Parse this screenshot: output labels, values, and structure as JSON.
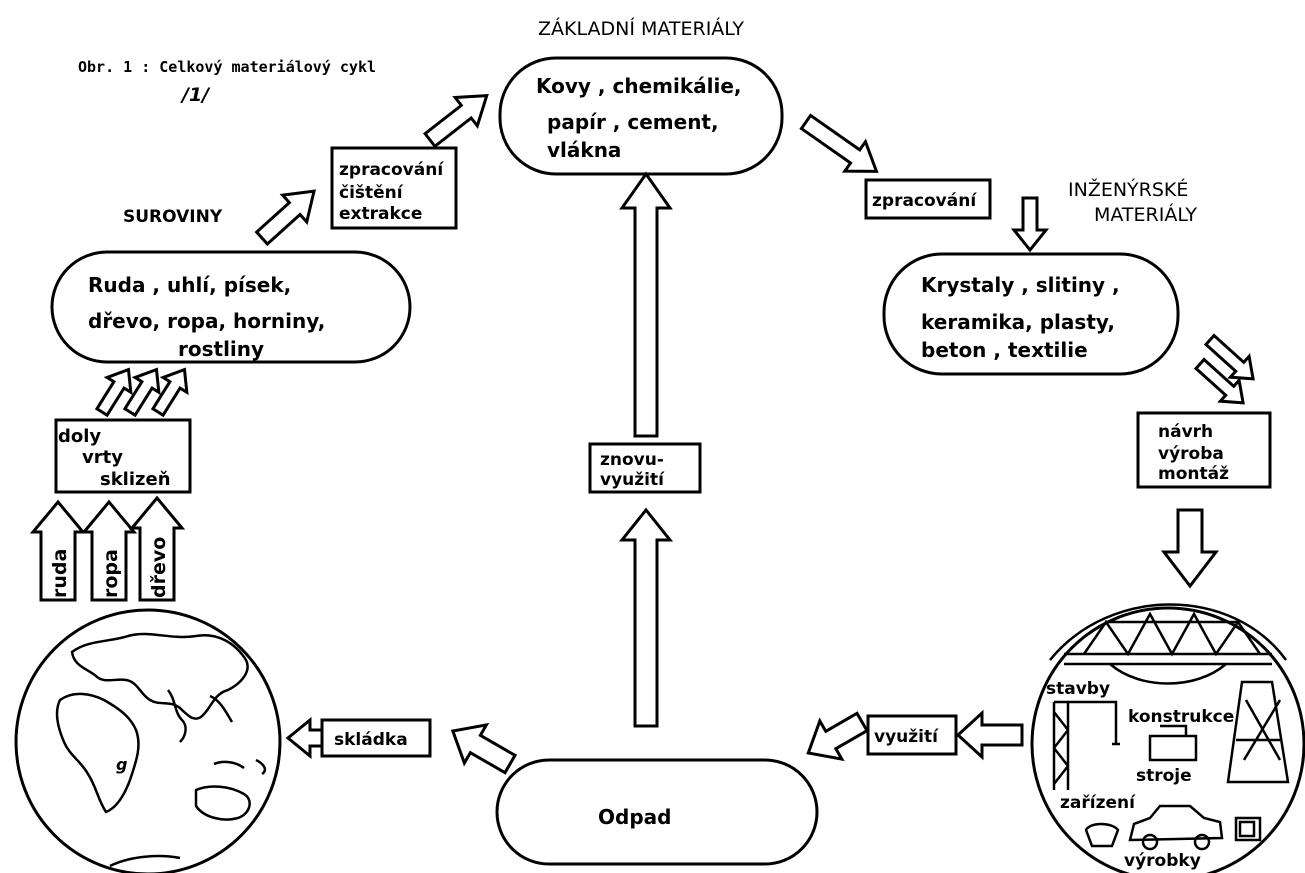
{
  "caption": {
    "line1": "Obr. 1 : Celkový materiálový cykl",
    "line2": "/1/"
  },
  "headings": {
    "zakladni": "ZÁKLADNÍ MATERIÁLY",
    "suroviny": "SUROVINY",
    "inzenyrske_1": "INŽENÝRSKÉ",
    "inzenyrske_2": "MATERIÁLY"
  },
  "nodes": {
    "zakladni": [
      "Kovy , chemikálie,",
      "papír , cement,",
      "vlákna"
    ],
    "suroviny": [
      "Ruda , uhlí, písek,",
      "dřevo, ropa, horniny,",
      "rostliny"
    ],
    "inzenyrske": [
      "Krystaly , slitiny ,",
      "keramika, plasty,",
      "beton , textilie"
    ],
    "odpad": "Odpad"
  },
  "process_boxes": {
    "zpracovani_cisteni": [
      "zpracování",
      "čištění",
      "extrakce"
    ],
    "zpracovani": "zpracování",
    "navrh": [
      "návrh",
      "výroba",
      "montáž"
    ],
    "znovuvyuziti": [
      "znovu-",
      "využití"
    ],
    "doly": [
      "doly",
      "vrty",
      "sklizeň"
    ],
    "vyuziti": "využití",
    "skladka": "skládka"
  },
  "resource_arrows": [
    "ruda",
    "ropa",
    "dřevo"
  ],
  "product_labels": {
    "stavby": "stavby",
    "konstrukce": "konstrukce",
    "stroje": "stroje",
    "zarizeni": "zařízení",
    "vyrobky": "výrobky"
  }
}
